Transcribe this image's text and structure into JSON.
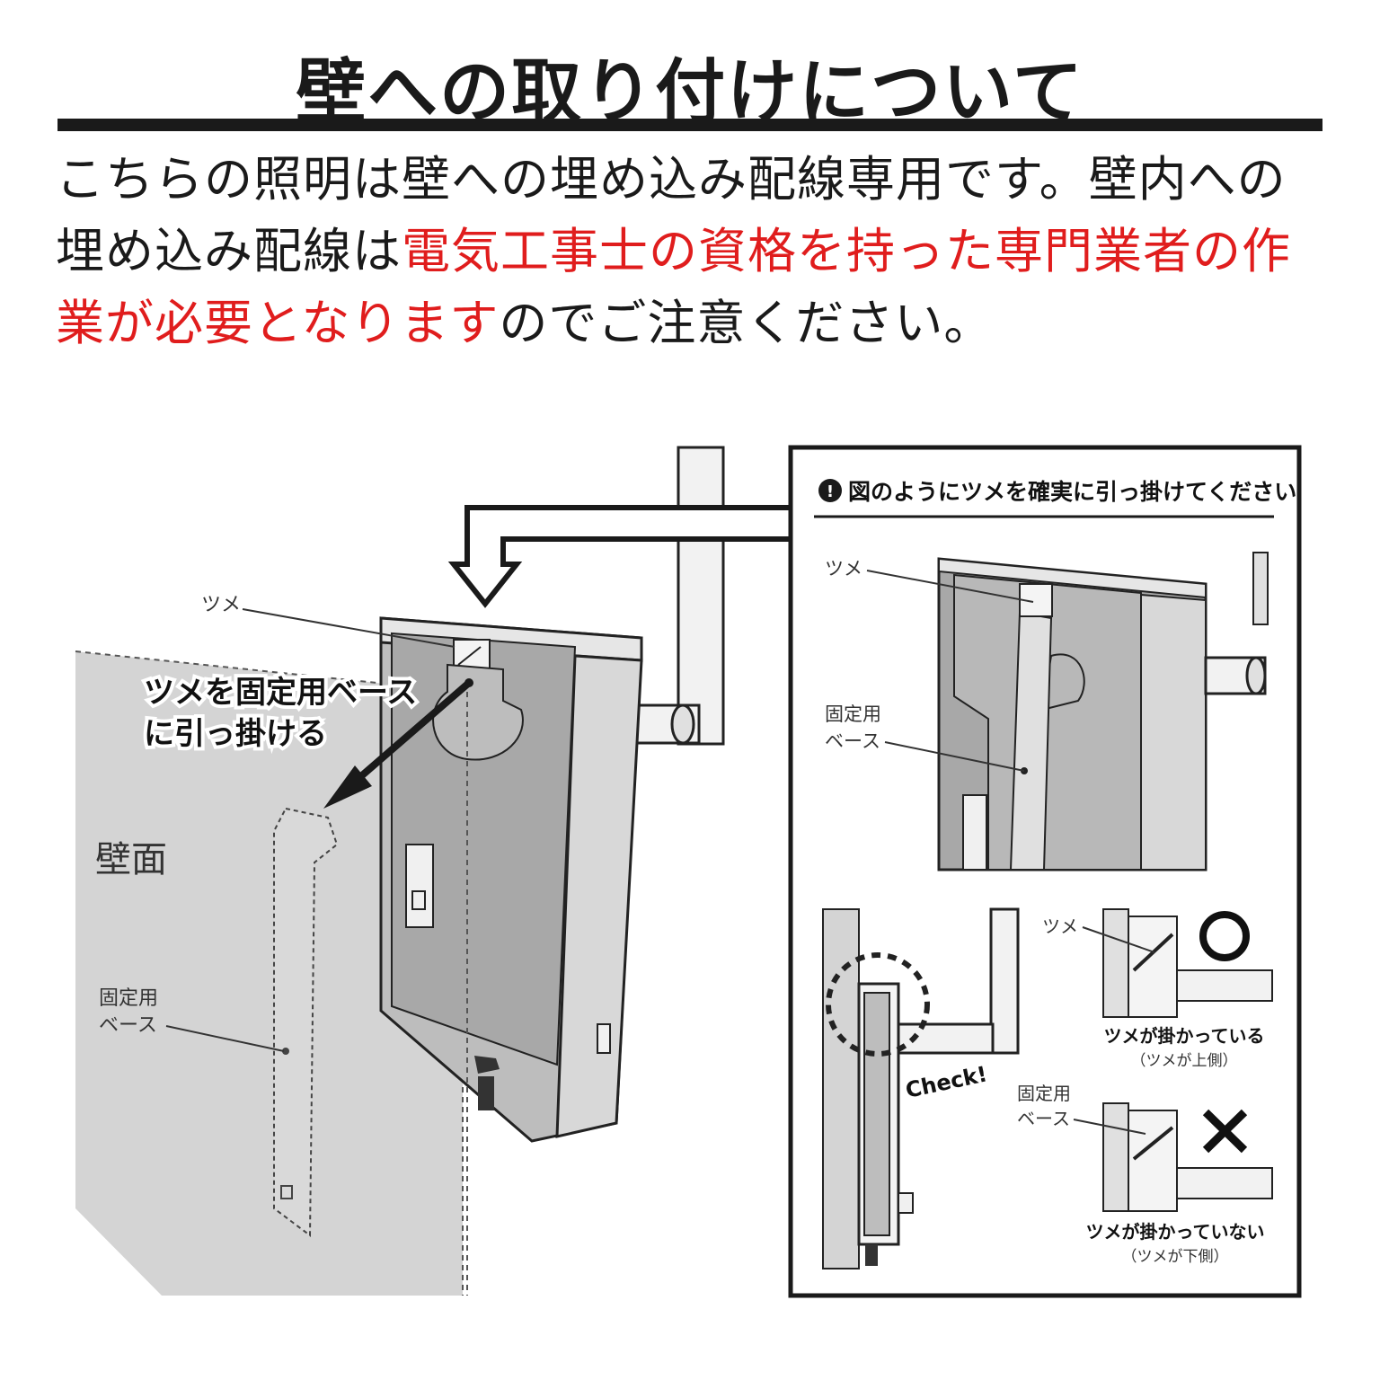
{
  "title": "壁への取り付けについて",
  "intro": {
    "part1": "こちらの照明は壁への埋め込み配線専用です。壁内への埋め込み配線は",
    "part2_red": "電気工事士の資格を持った専門業者の作業が必要となります",
    "part3": "のでご注意ください。"
  },
  "main_figure": {
    "tsume_label": "ツメ",
    "callout_line1": "ツメを固定用ベース",
    "callout_line2": "に引っ掛ける",
    "wall_label": "壁面",
    "base_label_line1": "固定用",
    "base_label_line2": "ベース"
  },
  "inset": {
    "header": "図のようにツメを確実に引っ掛けてください",
    "tsume_label": "ツメ",
    "base_label_line1": "固定用",
    "base_label_line2": "ベース",
    "check_label": "Check!",
    "ok_tsume_label": "ツメ",
    "ok_caption": "ツメが掛かっている",
    "ok_subcaption": "（ツメが上側）",
    "ng_base_line1": "固定用",
    "ng_base_line2": "ベース",
    "ng_caption": "ツメが掛かっていない",
    "ng_subcaption": "（ツメが下側）",
    "ok_symbol": "○",
    "ng_symbol": "×"
  }
}
